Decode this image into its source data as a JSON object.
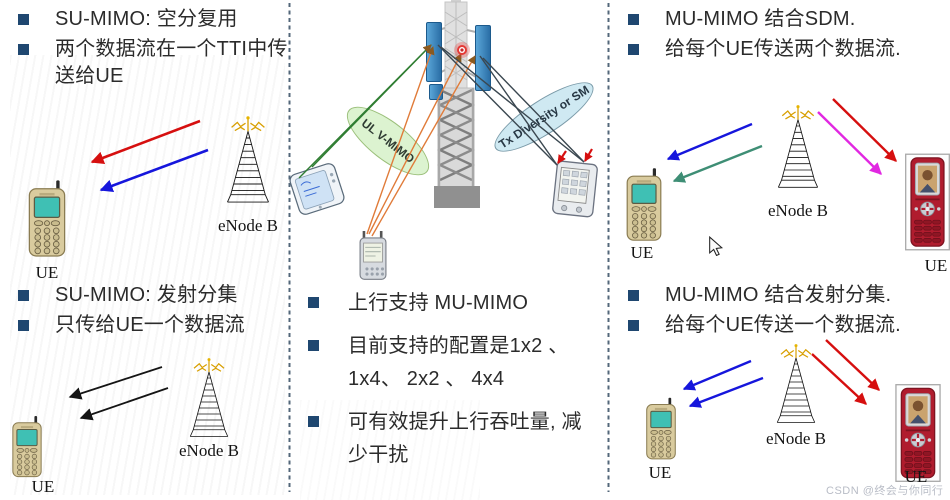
{
  "labels": {
    "enodeb": "eNode B",
    "ue": "UE"
  },
  "left_panel": {
    "top_bullets": [
      "SU-MIMO: 空分复用",
      "两个数据流在一个TTI中传送给UE"
    ],
    "bottom_bullets": [
      "SU-MIMO: 发射分集",
      "只传给UE一个数据流"
    ]
  },
  "middle_panel": {
    "ellipse_left": "UL V-MIMO",
    "ellipse_right": "Tx Diversity or SM",
    "bullets": [
      "上行支持 MU-MIMO",
      "目前支持的配置是1x2 、1x4、 2x2 、 4x4",
      "可有效提升上行吞吐量, 减少干扰"
    ]
  },
  "right_panel": {
    "top_bullets": [
      "MU-MIMO 结合SDM.",
      "给每个UE传送两个数据流."
    ],
    "bottom_bullets": [
      "MU-MIMO 结合发射分集.",
      "给每个UE传送一个数据流."
    ]
  },
  "watermark": "CSDN @终会与你同行吖",
  "colors": {
    "bullet_square": "#1f4770",
    "divider": "#53677a",
    "arrow_red": "#d60f0f",
    "arrow_blue": "#1616dc",
    "arrow_black": "#141414",
    "arrow_teal": "#3e8e75",
    "arrow_magenta": "#e128e1",
    "uplink_green": "#2f7d32",
    "uplink_orange": "#e07b39",
    "dark_line": "#3a4750",
    "ellipse_green_fill": "#dcf3d0",
    "ellipse_blue_fill": "#cfe9f2",
    "antenna_panel_blue": "#2f7fc1",
    "watermark_gray": "#b8bcc6"
  }
}
